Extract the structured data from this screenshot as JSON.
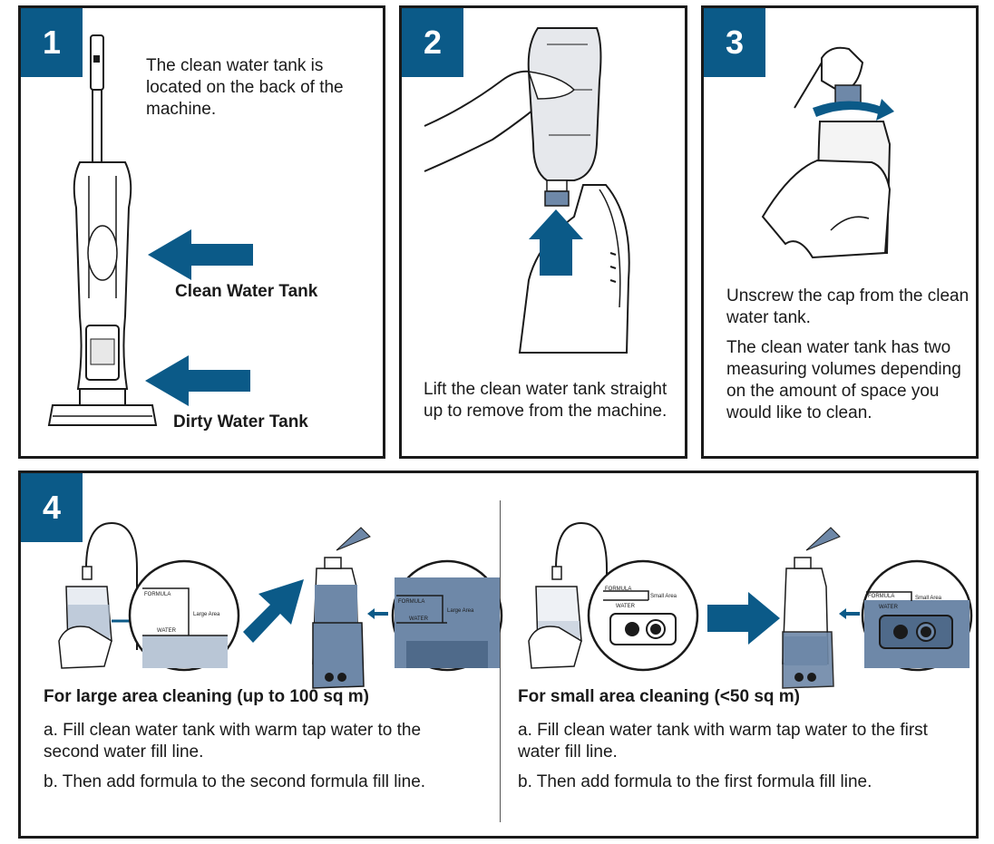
{
  "colors": {
    "accent": "#0b5a88",
    "water": "#6e88a8",
    "border": "#1a1a1a"
  },
  "step1": {
    "number": "1",
    "text": "The clean water tank is located on the back of the machine.",
    "label_clean": "Clean Water Tank",
    "label_dirty": "Dirty Water Tank"
  },
  "step2": {
    "number": "2",
    "text": "Lift the clean water tank straight up to remove from the machine."
  },
  "step3": {
    "number": "3",
    "text1": "Unscrew the cap from the clean water tank.",
    "text2": "The clean water tank has two measuring volumes depending on the amount of space you would like to clean."
  },
  "step4": {
    "number": "4",
    "large": {
      "heading": "For large area cleaning (up to 100 sq m)",
      "a": "a. Fill clean water tank with warm tap water to the second water fill line.",
      "b": "b. Then add formula to the second formula fill line.",
      "zoom_formula": "FORMULA",
      "zoom_water": "WATER",
      "zoom_area": "Large Area"
    },
    "small": {
      "heading": "For small area cleaning (<50 sq m)",
      "a": "a. Fill clean water tank with warm tap water to the first water fill line.",
      "b": "b. Then add formula to the first formula fill line.",
      "zoom_formula": "FORMULA",
      "zoom_water": "WATER",
      "zoom_area": "Small Area"
    }
  }
}
